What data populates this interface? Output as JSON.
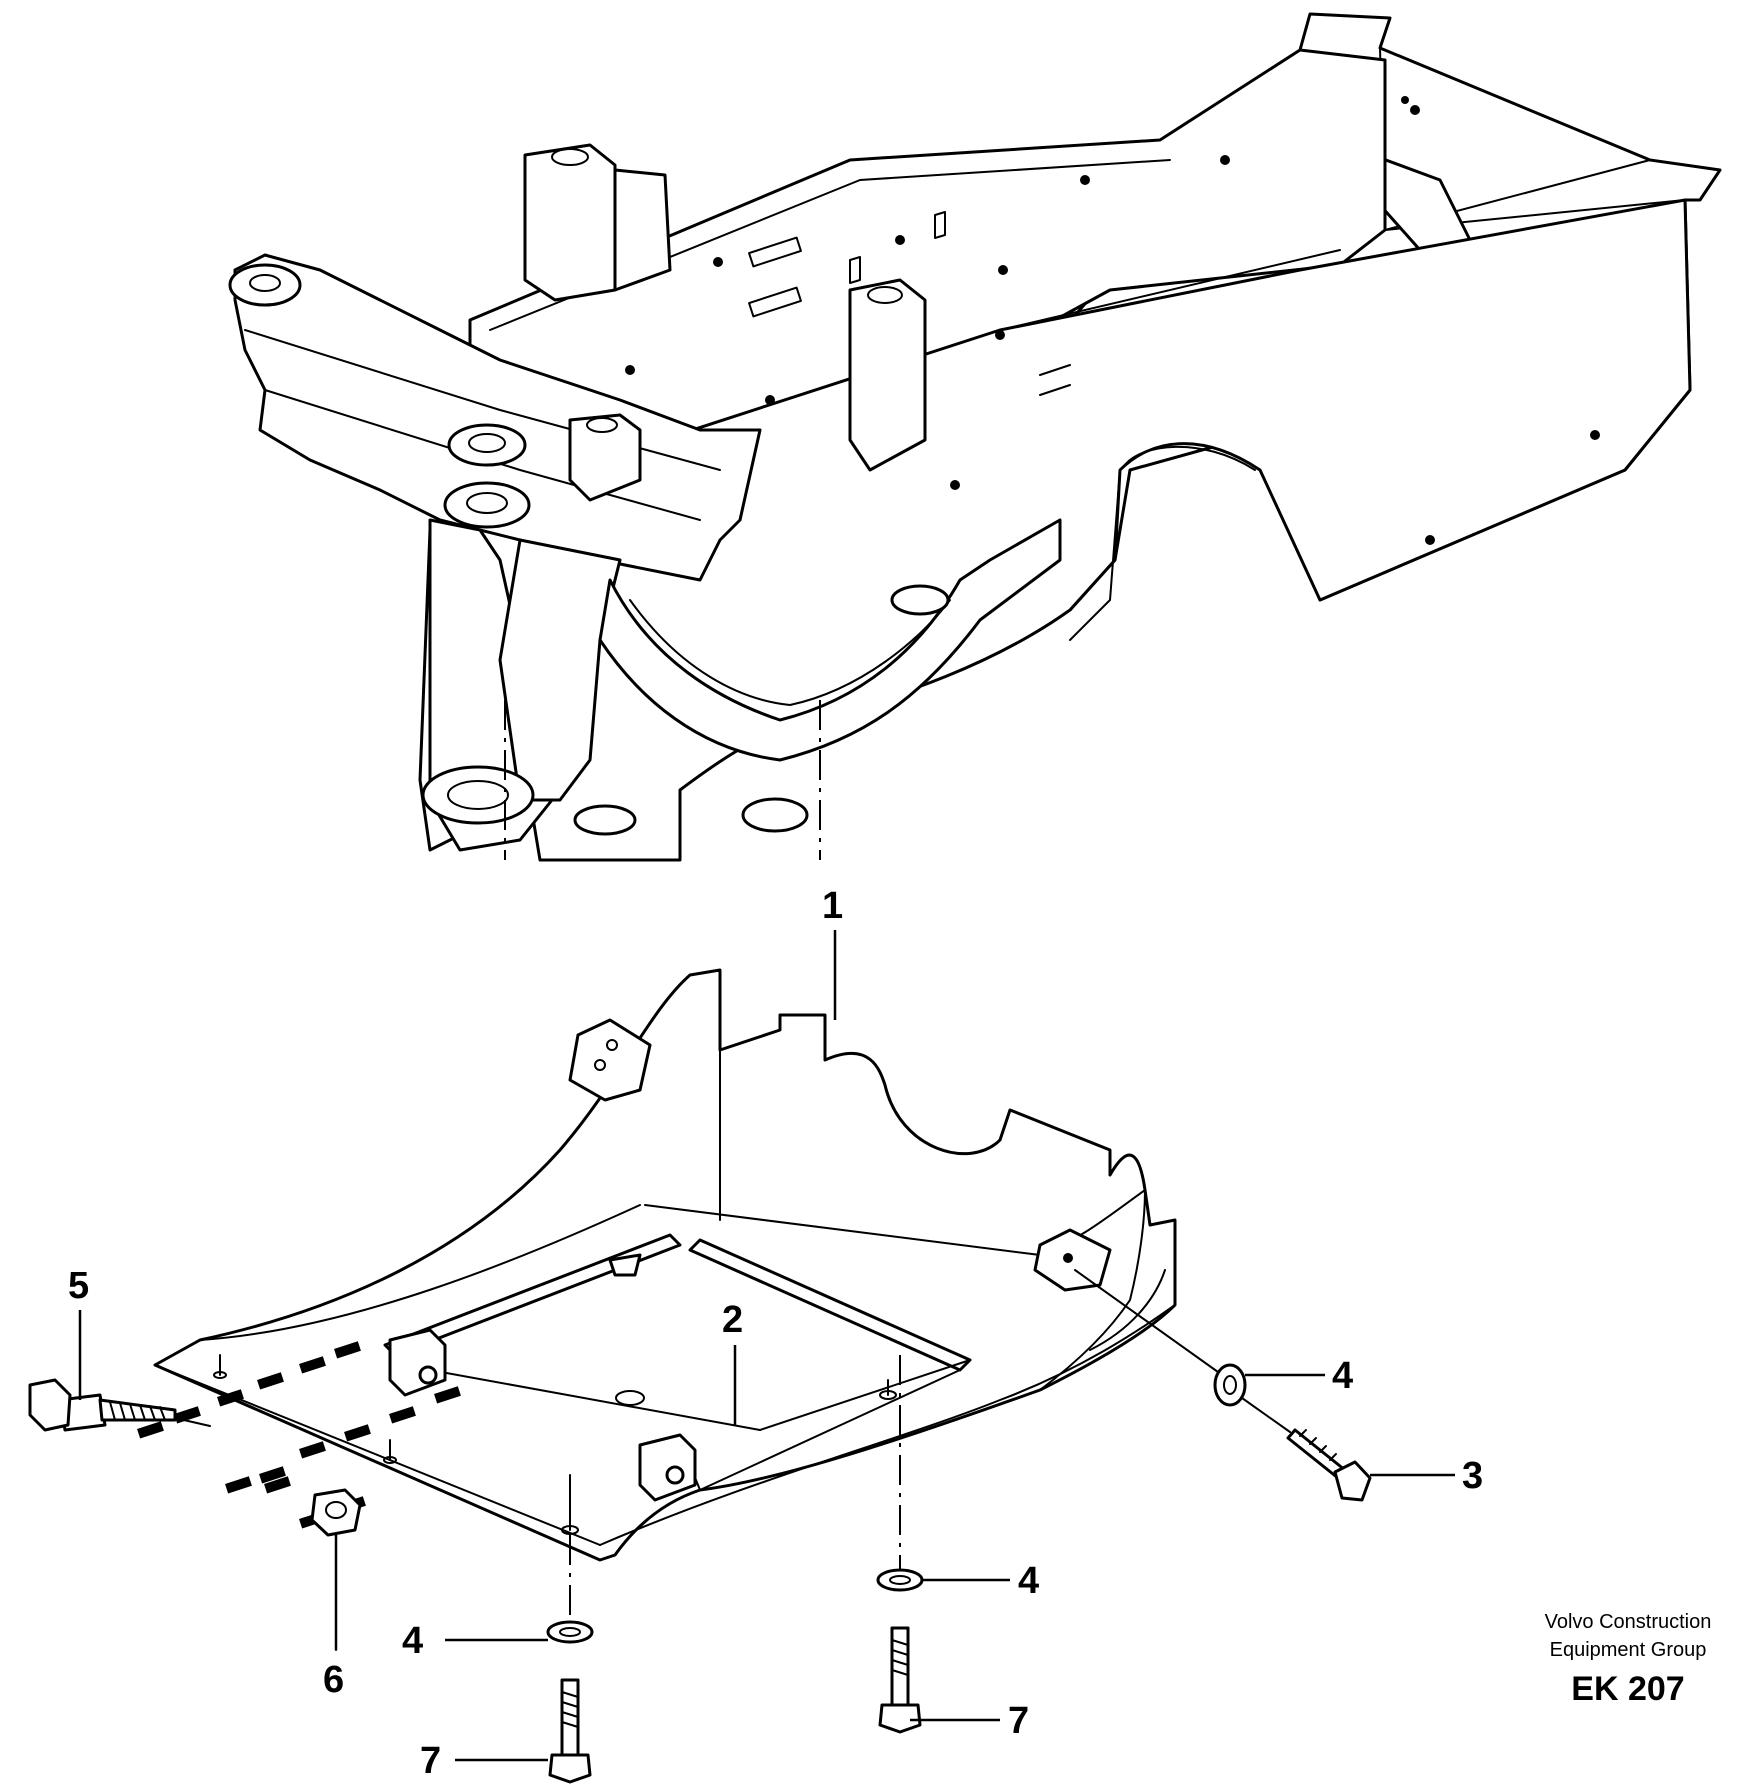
{
  "callouts": {
    "c1": "1",
    "c2": "2",
    "c3": "3",
    "c4a": "4",
    "c4b": "4",
    "c4c": "4",
    "c5": "5",
    "c6": "6",
    "c7a": "7",
    "c7b": "7"
  },
  "credit": {
    "line1": "Volvo Construction",
    "line2": "Equipment Group",
    "code": "EK 207"
  }
}
